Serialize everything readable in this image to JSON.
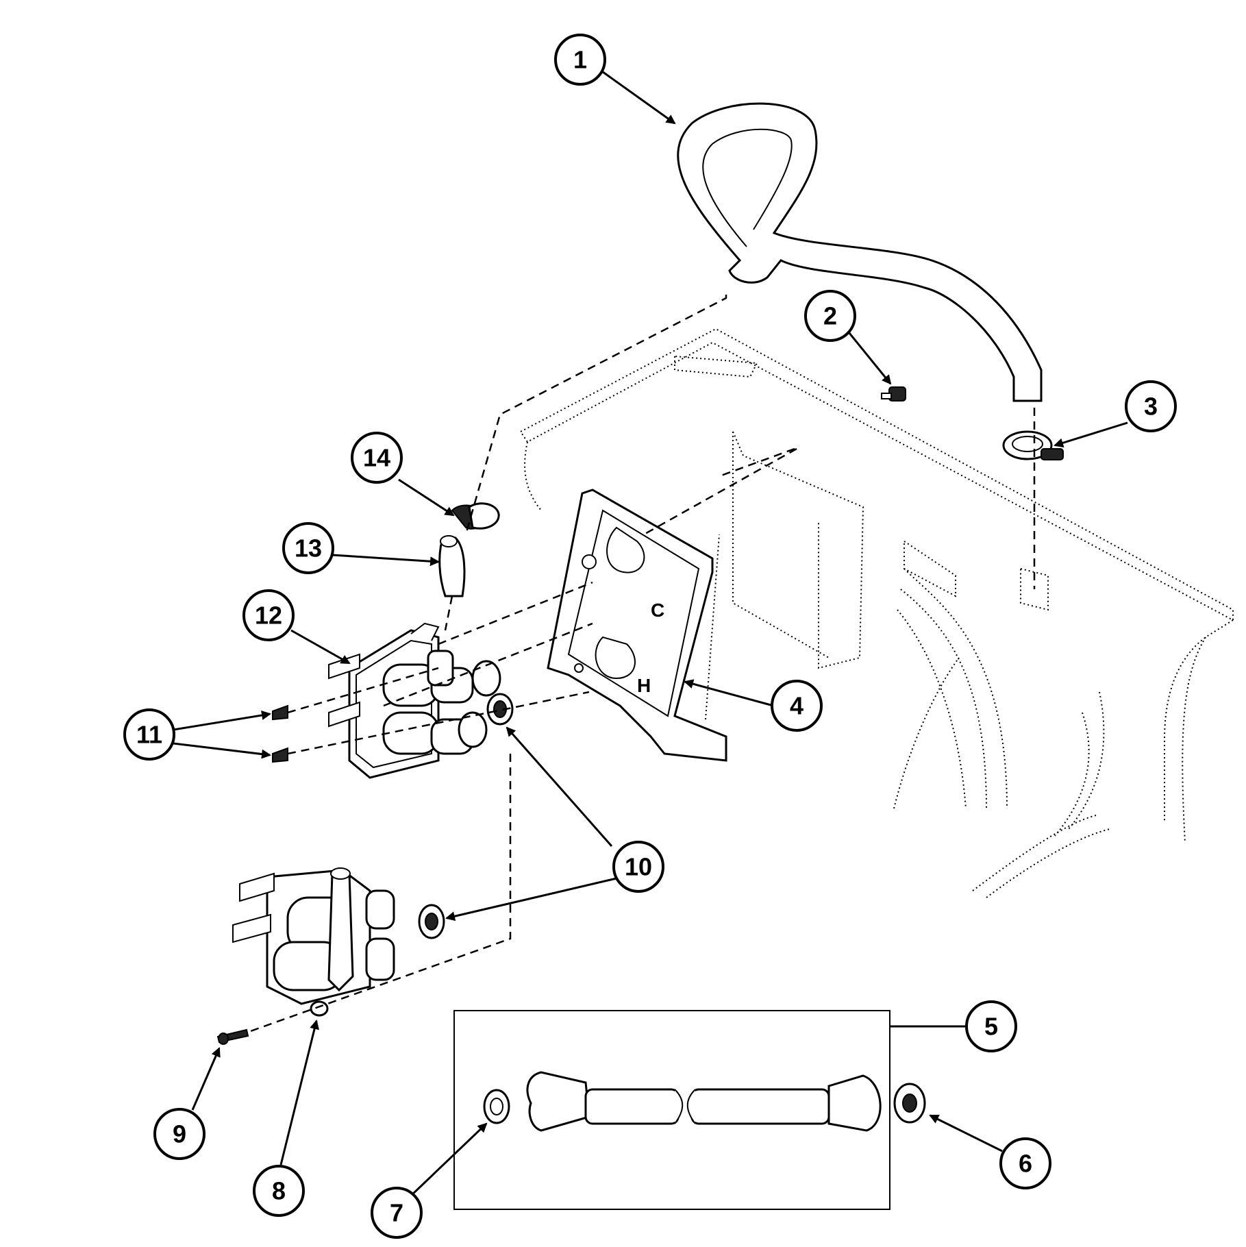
{
  "callouts": [
    {
      "id": "1",
      "label": "1"
    },
    {
      "id": "2",
      "label": "2"
    },
    {
      "id": "3",
      "label": "3"
    },
    {
      "id": "4",
      "label": "4"
    },
    {
      "id": "5",
      "label": "5"
    },
    {
      "id": "6",
      "label": "6"
    },
    {
      "id": "7",
      "label": "7"
    },
    {
      "id": "8",
      "label": "8"
    },
    {
      "id": "9",
      "label": "9"
    },
    {
      "id": "10a",
      "label": "10"
    },
    {
      "id": "10b",
      "label": "10"
    },
    {
      "id": "11",
      "label": "11"
    },
    {
      "id": "12",
      "label": "12"
    },
    {
      "id": "13",
      "label": "13"
    },
    {
      "id": "14",
      "label": "14"
    }
  ],
  "bracket_panel": {
    "cold_mark": "C",
    "hot_mark": "H"
  },
  "colors": {
    "line": "#000000",
    "background": "#ffffff"
  }
}
